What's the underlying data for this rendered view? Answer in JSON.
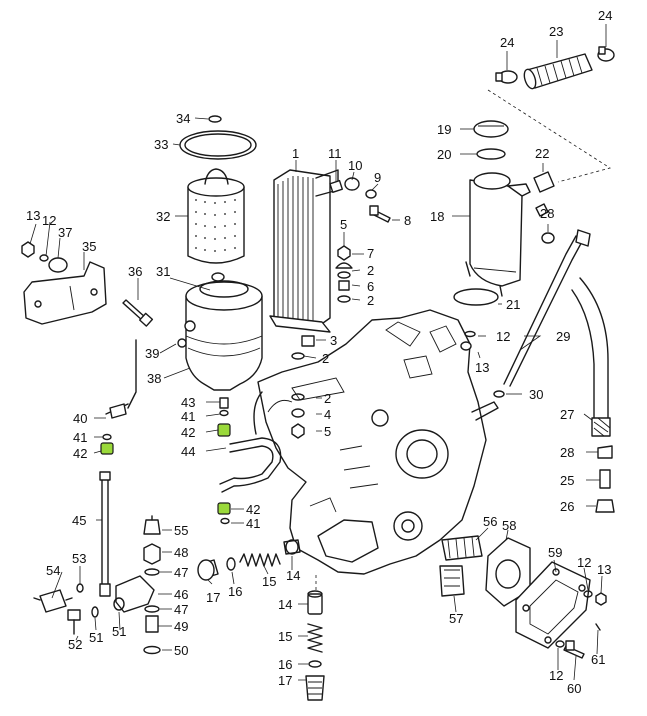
{
  "diagram": {
    "accent_color": "#8cd23a",
    "highlighted_parts": [
      "42"
    ],
    "callouts": [
      {
        "id": "c24a",
        "label": "24"
      },
      {
        "id": "c23",
        "label": "23"
      },
      {
        "id": "c24b",
        "label": "24"
      },
      {
        "id": "c34",
        "label": "34"
      },
      {
        "id": "c33",
        "label": "33"
      },
      {
        "id": "c32",
        "label": "32"
      },
      {
        "id": "c13a",
        "label": "13"
      },
      {
        "id": "c12a",
        "label": "12"
      },
      {
        "id": "c37",
        "label": "37"
      },
      {
        "id": "c35",
        "label": "35"
      },
      {
        "id": "c36",
        "label": "36"
      },
      {
        "id": "c31",
        "label": "31"
      },
      {
        "id": "c39",
        "label": "39"
      },
      {
        "id": "c38",
        "label": "38"
      },
      {
        "id": "c1",
        "label": "1"
      },
      {
        "id": "c11",
        "label": "11"
      },
      {
        "id": "c10",
        "label": "10"
      },
      {
        "id": "c9",
        "label": "9"
      },
      {
        "id": "c8",
        "label": "8"
      },
      {
        "id": "c5a",
        "label": "5"
      },
      {
        "id": "c7",
        "label": "7"
      },
      {
        "id": "c2a",
        "label": "2"
      },
      {
        "id": "c6",
        "label": "6"
      },
      {
        "id": "c2b",
        "label": "2"
      },
      {
        "id": "c3",
        "label": "3"
      },
      {
        "id": "c2c",
        "label": "2"
      },
      {
        "id": "c19",
        "label": "19"
      },
      {
        "id": "c20",
        "label": "20"
      },
      {
        "id": "c22",
        "label": "22"
      },
      {
        "id": "c18",
        "label": "18"
      },
      {
        "id": "c28a",
        "label": "28"
      },
      {
        "id": "c21",
        "label": "21"
      },
      {
        "id": "c12b",
        "label": "12"
      },
      {
        "id": "c29",
        "label": "29"
      },
      {
        "id": "c13b",
        "label": "13"
      },
      {
        "id": "c30",
        "label": "30"
      },
      {
        "id": "c27",
        "label": "27"
      },
      {
        "id": "c28b",
        "label": "28"
      },
      {
        "id": "c25",
        "label": "25"
      },
      {
        "id": "c26",
        "label": "26"
      },
      {
        "id": "c43",
        "label": "43"
      },
      {
        "id": "c41a",
        "label": "41"
      },
      {
        "id": "c42a",
        "label": "42"
      },
      {
        "id": "c44",
        "label": "44"
      },
      {
        "id": "c40",
        "label": "40"
      },
      {
        "id": "c41b",
        "label": "41"
      },
      {
        "id": "c42b",
        "label": "42"
      },
      {
        "id": "c2d",
        "label": "2"
      },
      {
        "id": "c4",
        "label": "4"
      },
      {
        "id": "c5b",
        "label": "5"
      },
      {
        "id": "c45",
        "label": "45"
      },
      {
        "id": "c42c",
        "label": "42"
      },
      {
        "id": "c41c",
        "label": "41"
      },
      {
        "id": "c55",
        "label": "55"
      },
      {
        "id": "c48",
        "label": "48"
      },
      {
        "id": "c47a",
        "label": "47"
      },
      {
        "id": "c46",
        "label": "46"
      },
      {
        "id": "c47b",
        "label": "47"
      },
      {
        "id": "c49",
        "label": "49"
      },
      {
        "id": "c50",
        "label": "50"
      },
      {
        "id": "c53",
        "label": "53"
      },
      {
        "id": "c54",
        "label": "54"
      },
      {
        "id": "c52",
        "label": "52"
      },
      {
        "id": "c51a",
        "label": "51"
      },
      {
        "id": "c51b",
        "label": "51"
      },
      {
        "id": "c17a",
        "label": "17"
      },
      {
        "id": "c16a",
        "label": "16"
      },
      {
        "id": "c15a",
        "label": "15"
      },
      {
        "id": "c14a",
        "label": "14"
      },
      {
        "id": "c14b",
        "label": "14"
      },
      {
        "id": "c15b",
        "label": "15"
      },
      {
        "id": "c16b",
        "label": "16"
      },
      {
        "id": "c17b",
        "label": "17"
      },
      {
        "id": "c56",
        "label": "56"
      },
      {
        "id": "c58",
        "label": "58"
      },
      {
        "id": "c57",
        "label": "57"
      },
      {
        "id": "c59",
        "label": "59"
      },
      {
        "id": "c12c",
        "label": "12"
      },
      {
        "id": "c13c",
        "label": "13"
      },
      {
        "id": "c61",
        "label": "61"
      },
      {
        "id": "c12d",
        "label": "12"
      },
      {
        "id": "c60",
        "label": "60"
      }
    ]
  }
}
